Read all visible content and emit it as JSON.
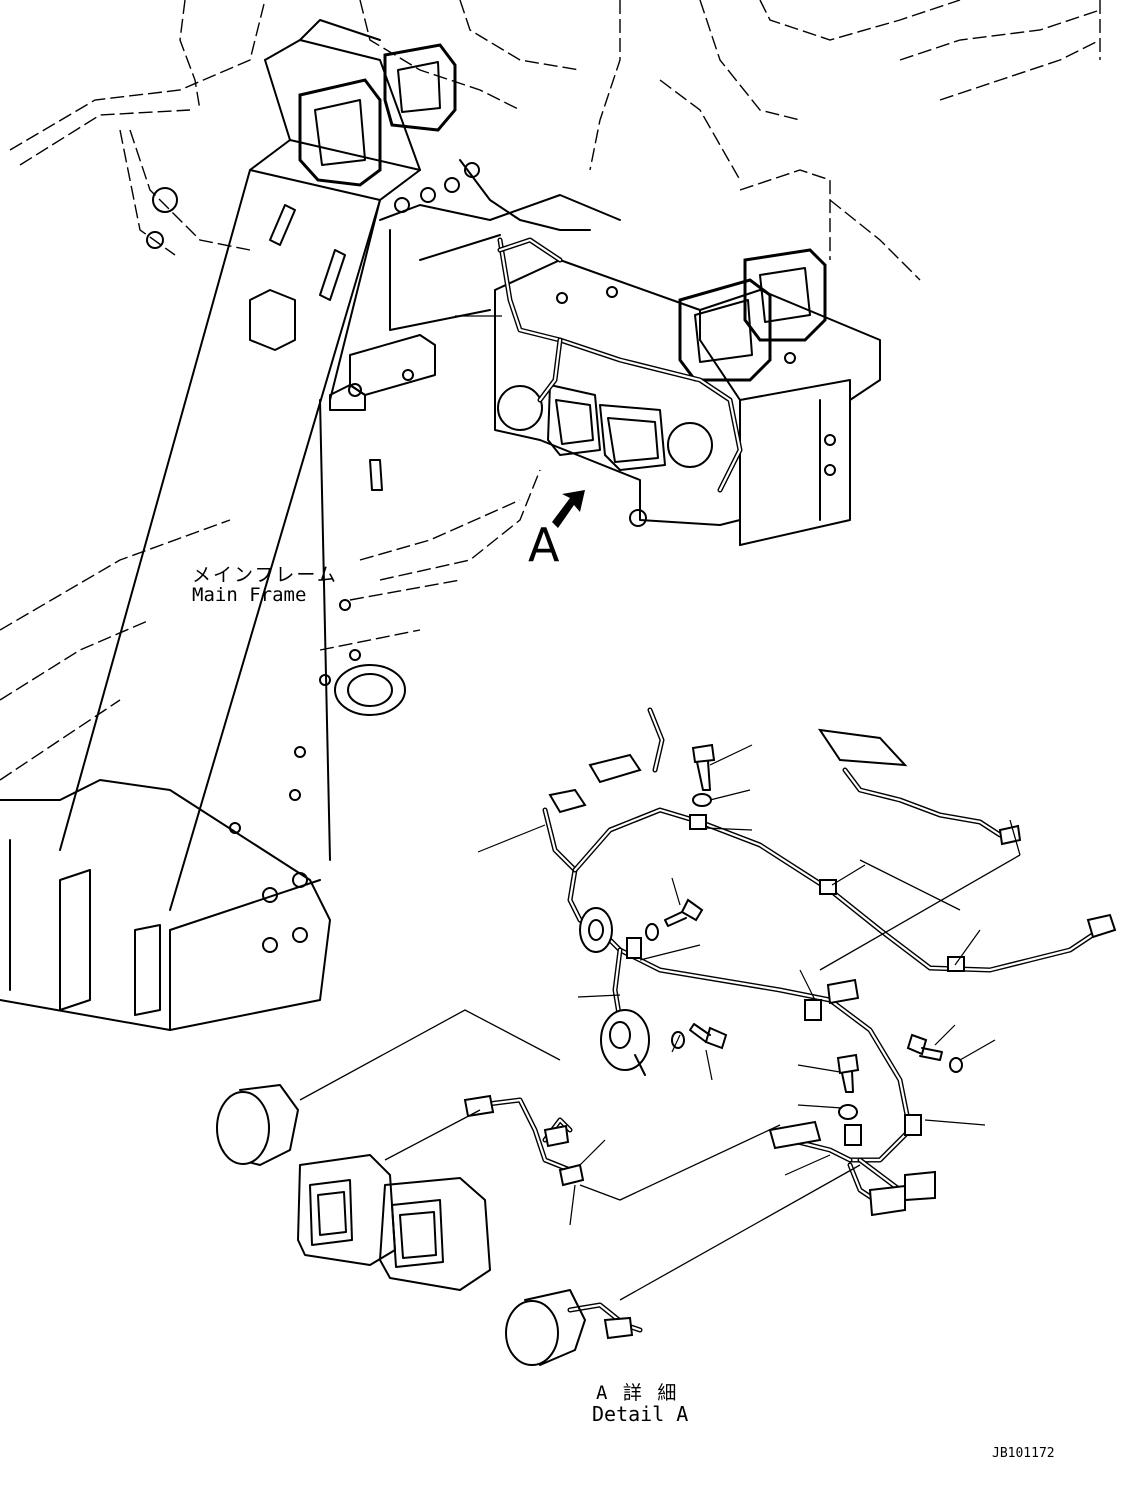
{
  "labels": {
    "main_frame_jp": "メインフレーム",
    "main_frame_en": "Main Frame",
    "view_arrow_letter": "A",
    "detail_jp": "A 詳 細",
    "detail_en": "Detail A",
    "drawing_number": "JB101172"
  }
}
